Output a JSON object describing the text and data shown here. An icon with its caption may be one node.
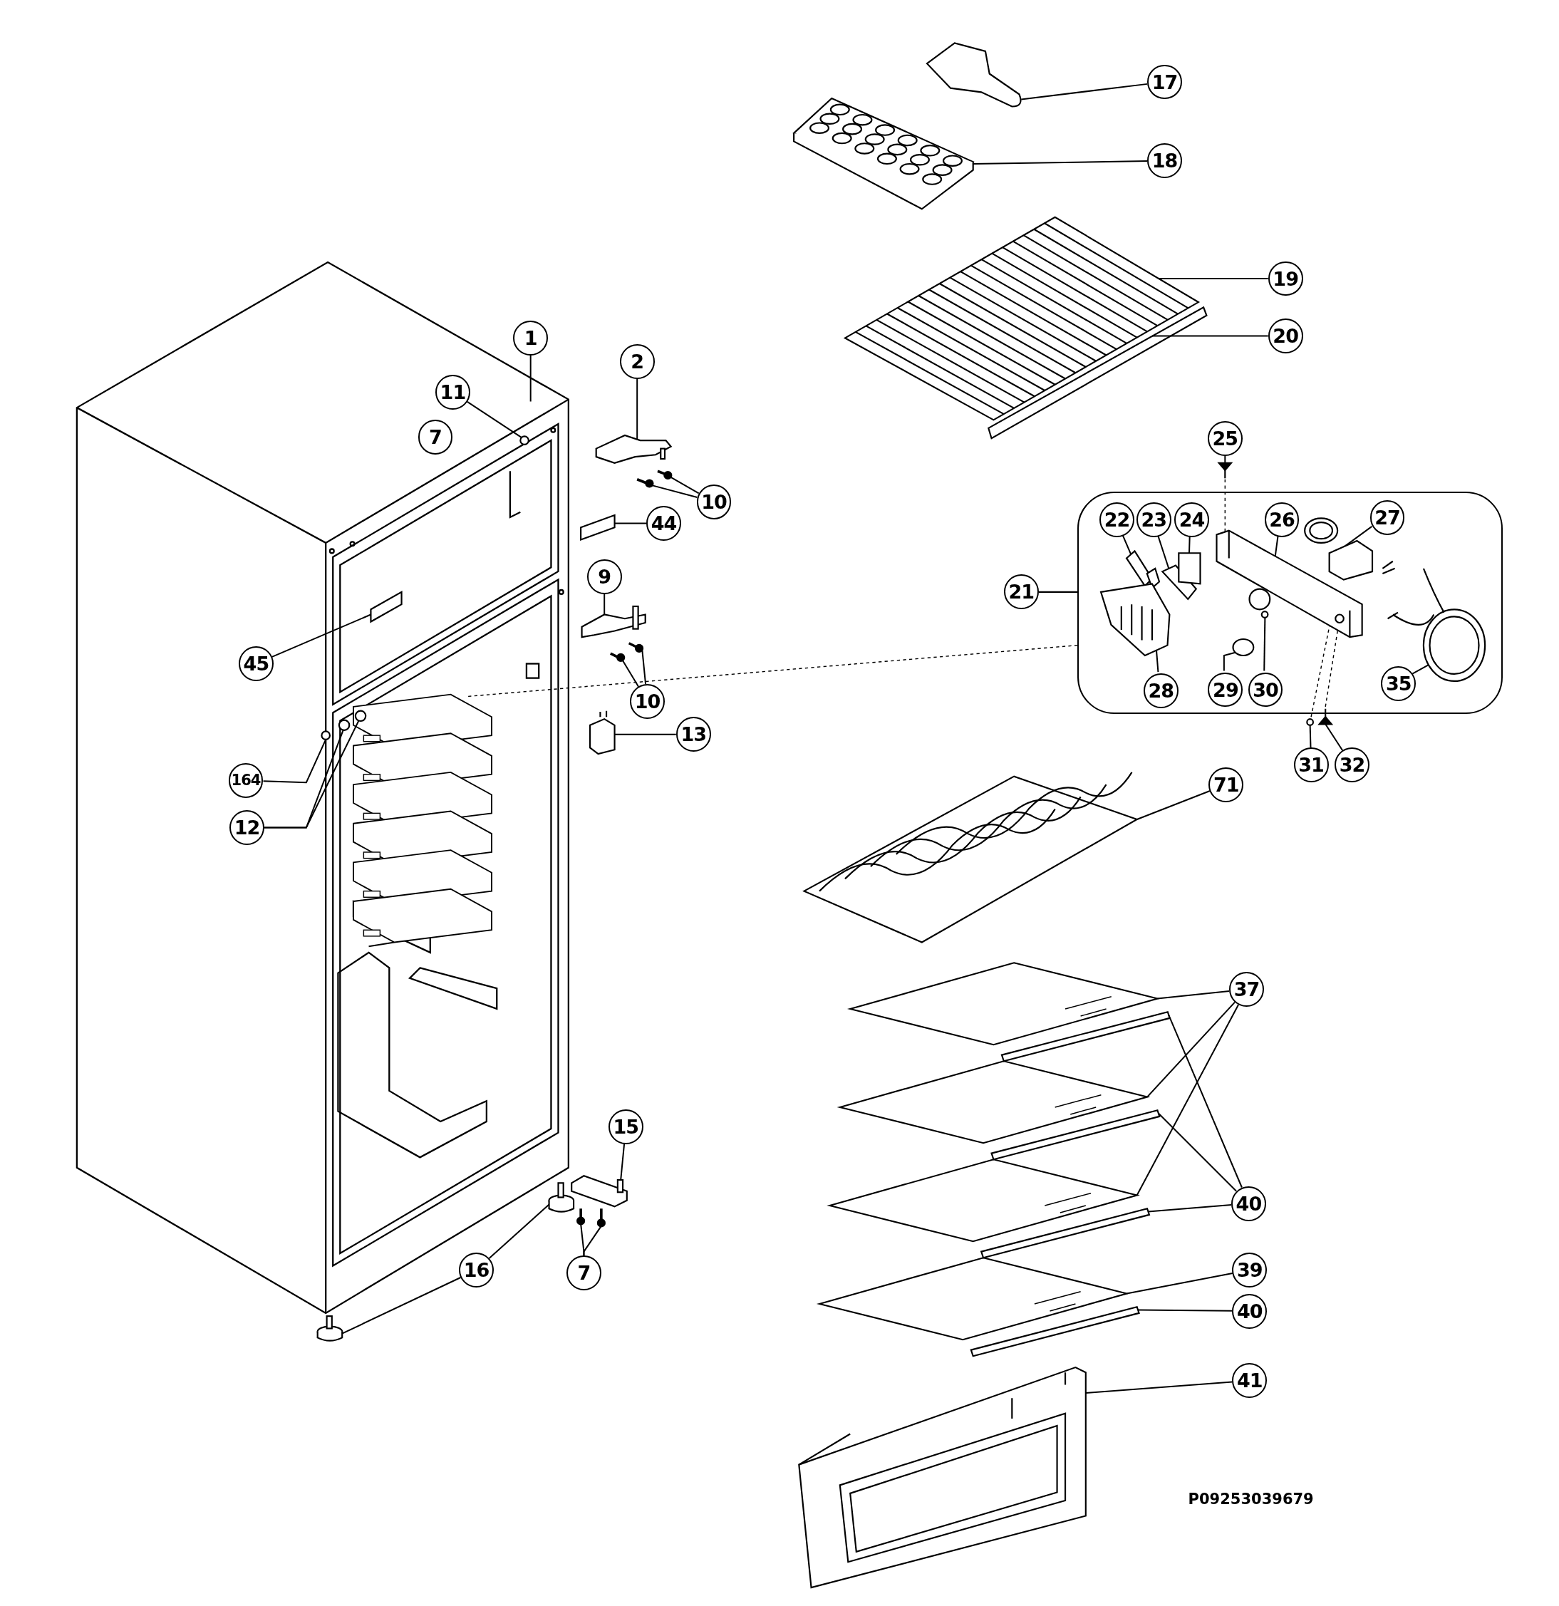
{
  "diagram": {
    "nodes": [
      {
        "text": [
          "17"
        ]
      },
      {
        "text": [
          "18"
        ]
      },
      {
        "text": [
          "19"
        ]
      },
      {
        "text": [
          "20"
        ]
      },
      {
        "text": [
          "1"
        ]
      },
      {
        "text": [
          "2"
        ]
      },
      {
        "text": [
          "11"
        ]
      },
      {
        "text": [
          "25"
        ]
      },
      {
        "text": [
          "7"
        ]
      },
      {
        "text": [
          "10"
        ]
      },
      {
        "text": [],
        "shape": "box"
      },
      {
        "text": [
          "22"
        ],
        "in": 10
      },
      {
        "text": [
          "23"
        ],
        "in": 10
      },
      {
        "text": [
          "24"
        ],
        "in": 10
      },
      {
        "text": [
          "26"
        ],
        "in": 10
      },
      {
        "text": [
          "27"
        ],
        "in": 10
      },
      {
        "text": [
          "44"
        ]
      },
      {
        "text": [
          "21"
        ]
      },
      {
        "text": [
          "9"
        ]
      },
      {
        "text": [
          "45"
        ]
      },
      {
        "text": [
          "28"
        ],
        "in": 10
      },
      {
        "text": [
          "29"
        ],
        "in": 10
      },
      {
        "text": [
          "30"
        ],
        "in": 10
      },
      {
        "text": [
          "35"
        ],
        "in": 10
      },
      {
        "text": [
          "10"
        ]
      },
      {
        "text": [
          "13"
        ]
      },
      {
        "text": [
          "31"
        ]
      },
      {
        "text": [
          "32"
        ]
      },
      {
        "text": [
          "164"
        ]
      },
      {
        "text": [
          "12"
        ]
      },
      {
        "text": [
          "71"
        ]
      },
      {
        "text": [
          "37"
        ]
      },
      {
        "text": [
          "40"
        ]
      },
      {
        "text": [
          "15"
        ]
      },
      {
        "text": [
          "16"
        ]
      },
      {
        "text": [
          "7"
        ]
      },
      {
        "text": [
          "39"
        ]
      },
      {
        "text": [
          "40"
        ]
      },
      {
        "text": [
          "41"
        ]
      },
      {
        "text": [],
        "shape": "picture"
      },
      {
        "text": [],
        "shape": "picture"
      },
      {
        "text": [],
        "shape": "picture"
      },
      {
        "text": [],
        "shape": "picture"
      },
      {
        "text": [],
        "shape": "circle"
      },
      {
        "text": [],
        "shape": "picture"
      },
      {
        "text": [],
        "shape": "picture"
      },
      {
        "text": [],
        "shape": "picture"
      },
      {
        "text": [],
        "shape": "box"
      },
      {
        "text": [],
        "shape": "picture"
      },
      {
        "text": [],
        "shape": "box"
      },
      {
        "text": [],
        "shape": "picture"
      },
      {
        "text": [],
        "shape": "picture"
      },
      {
        "text": [],
        "shape": "picture"
      },
      {
        "text": [],
        "shape": "circle"
      },
      {
        "text": [],
        "shape": "circle"
      },
      {
        "text": [],
        "shape": "circle"
      },
      {
        "text": [],
        "shape": "picture"
      },
      {
        "text": [],
        "shape": "picture"
      },
      {
        "text": [],
        "shape": "picture"
      },
      {
        "text": [],
        "shape": "picture"
      },
      {
        "text": [],
        "shape": "picture"
      },
      {
        "text": [],
        "shape": "bar"
      },
      {
        "text": [],
        "shape": "bar"
      },
      {
        "text": [],
        "shape": "bar"
      },
      {
        "text": [],
        "shape": "bar"
      },
      {
        "text": [],
        "shape": "picture"
      },
      {
        "text": [],
        "shape": "picture"
      },
      {
        "text": [],
        "shape": "picture"
      },
      {
        "text": [],
        "shape": "picture"
      },
      {
        "text": [],
        "shape": "picture"
      },
      {
        "text": [],
        "shape": "picture"
      },
      {
        "text": [],
        "shape": "picture"
      },
      {
        "text": [],
        "shape": "circle"
      },
      {
        "text": [],
        "shape": "picture"
      },
      {
        "text": [],
        "shape": "picture",
        "in": 10
      },
      {
        "text": [],
        "shape": "picture",
        "in": 10
      },
      {
        "text": [],
        "shape": "box",
        "in": 10
      },
      {
        "text": [],
        "shape": "picture",
        "in": 10
      },
      {
        "text": [],
        "shape": "picture",
        "in": 10
      },
      {
        "text": [],
        "shape": "picture",
        "in": 10
      },
      {
        "text": [],
        "shape": "circle",
        "in": 10
      },
      {
        "text": [],
        "shape": "circle",
        "in": 10
      },
      {
        "text": [],
        "shape": "picture",
        "in": 10
      }
    ],
    "edges": [
      {
        "from": 0,
        "to": 39,
        "arrow": "none"
      },
      {
        "from": 1,
        "to": 40,
        "arrow": "none"
      },
      {
        "from": 2,
        "to": 41,
        "arrow": "none"
      },
      {
        "from": 3,
        "to": 42,
        "arrow": "none"
      },
      {
        "from": 4,
        "to": null,
        "arrow": "none"
      },
      {
        "from": 5,
        "to": 44,
        "arrow": "none"
      },
      {
        "from": 6,
        "to": 43,
        "arrow": "none"
      },
      {
        "from": 7,
        "to": 71,
        "arrow": "none"
      },
      {
        "from": 9,
        "to": 45,
        "arrow": "none"
      },
      {
        "from": 9,
        "to": 46,
        "arrow": "none"
      },
      {
        "from": 11,
        "to": 74,
        "arrow": "none"
      },
      {
        "from": 12,
        "to": 75,
        "arrow": "none"
      },
      {
        "from": 13,
        "to": 76,
        "arrow": "none"
      },
      {
        "from": 14,
        "to": 77,
        "arrow": "none"
      },
      {
        "from": 15,
        "to": 78,
        "arrow": "none"
      },
      {
        "from": 16,
        "to": 47,
        "arrow": "none"
      },
      {
        "from": 17,
        "to": 10,
        "arrow": "none"
      },
      {
        "from": 18,
        "to": 48,
        "arrow": "none"
      },
      {
        "from": 19,
        "to": 49,
        "arrow": "none"
      },
      {
        "from": 20,
        "to": 79,
        "arrow": "none"
      },
      {
        "from": 21,
        "to": 80,
        "arrow": "none"
      },
      {
        "from": 22,
        "to": 81,
        "arrow": "none"
      },
      {
        "from": 23,
        "to": 82,
        "arrow": "none"
      },
      {
        "from": 24,
        "to": 50,
        "arrow": "none"
      },
      {
        "from": 24,
        "to": 51,
        "arrow": "none"
      },
      {
        "from": 25,
        "to": 52,
        "arrow": "none"
      },
      {
        "from": 26,
        "to": 72,
        "arrow": "none"
      },
      {
        "from": 27,
        "to": 73,
        "arrow": "none"
      },
      {
        "from": 28,
        "to": 53,
        "arrow": "none"
      },
      {
        "from": 29,
        "to": 54,
        "arrow": "none"
      },
      {
        "from": 29,
        "to": 55,
        "arrow": "none"
      },
      {
        "from": 30,
        "to": 56,
        "arrow": "none"
      },
      {
        "from": 31,
        "to": 57,
        "arrow": "none"
      },
      {
        "from": 31,
        "to": 58,
        "arrow": "none"
      },
      {
        "from": 31,
        "to": 59,
        "arrow": "none"
      },
      {
        "from": 32,
        "to": 61,
        "arrow": "none"
      },
      {
        "from": 32,
        "to": 62,
        "arrow": "none"
      },
      {
        "from": 32,
        "to": 63,
        "arrow": "none"
      },
      {
        "from": 33,
        "to": 66,
        "arrow": "none"
      },
      {
        "from": 34,
        "to": 67,
        "arrow": "none"
      },
      {
        "from": 34,
        "to": 68,
        "arrow": "none"
      },
      {
        "from": 35,
        "to": 69,
        "arrow": "none"
      },
      {
        "from": 35,
        "to": 70,
        "arrow": "none"
      },
      {
        "from": 36,
        "to": 60,
        "arrow": "none"
      },
      {
        "from": 37,
        "to": 64,
        "arrow": "none"
      },
      {
        "from": 38,
        "to": 65,
        "arrow": "none"
      },
      {
        "from": 10,
        "to": null,
        "arrow": "none",
        "style": "dashed"
      },
      {
        "from": 71,
        "to": 77,
        "arrow": "none",
        "style": "dashed"
      },
      {
        "from": 72,
        "to": 77,
        "arrow": "none",
        "style": "dashed"
      },
      {
        "from": 73,
        "to": 77,
        "arrow": "none",
        "style": "dashed"
      }
    ],
    "labels": [
      "P09253039679"
    ]
  }
}
